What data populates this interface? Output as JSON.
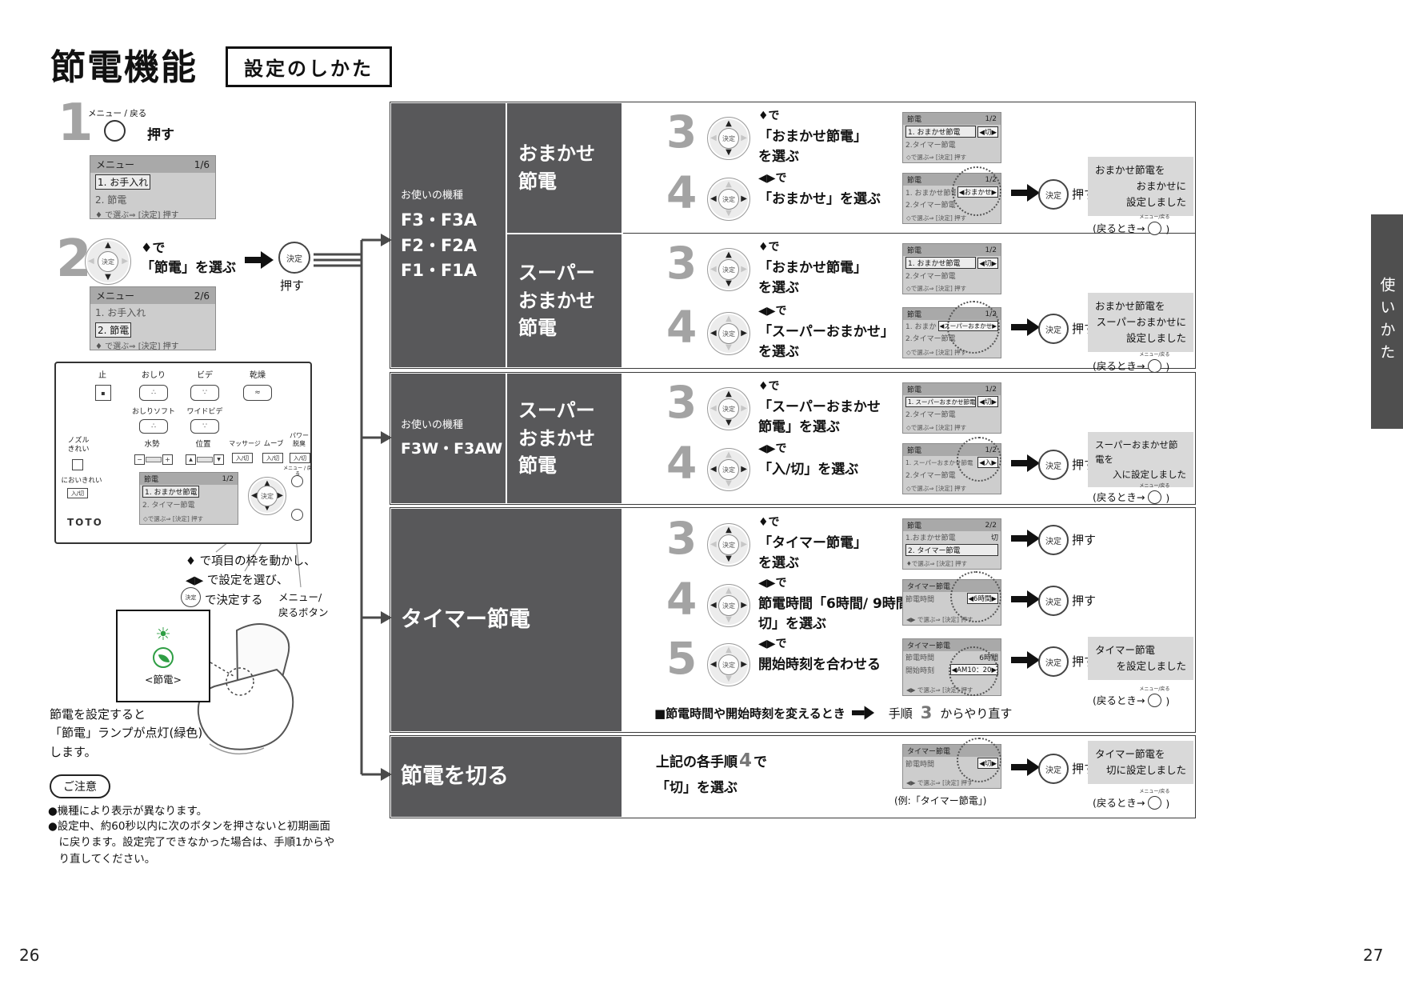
{
  "colors": {
    "header_bg": "#58585a",
    "lamp_green": "#2f9e44",
    "step_number_gray": "#a3a3a3"
  },
  "labels": {
    "ketei": "決定",
    "osu": "押す",
    "ret_pre": "(戻るとき→",
    "ret_post": ")",
    "menu_back_tiny": "メニュー/戻る"
  },
  "hdr": {
    "title": "節電機能",
    "subtitle": "設定のしかた",
    "side_tab": "使いかた",
    "page_left": "26",
    "page_right": "27"
  },
  "s1": {
    "num": "1",
    "btn_label": "メニュー / 戻る",
    "press": "押す",
    "scr": {
      "t": "メニュー",
      "p": "1/6",
      "i1": "1. お手入れ",
      "i2": "2. 節電",
      "f": "♦ で選ぶ⇒ [決定] 押す"
    }
  },
  "s2": {
    "num": "2",
    "l0": "♦で",
    "l1": "「節電」を選ぶ",
    "press": "押す",
    "scr": {
      "t": "メニュー",
      "p": "2/6",
      "i1": "1. お手入れ",
      "i2": "2. 節電",
      "f": "♦ で選ぶ⇒ [決定] 押す"
    }
  },
  "remote": {
    "brand": "TOTO",
    "stop": "止",
    "oshiri": "おしり",
    "bidet": "ビデ",
    "dry": "乾燥",
    "oshiri_soft": "おしりソフト",
    "wide_bidet": "ワイドビデ",
    "nozzle": "ノズル\nきれい",
    "suisei": "水勢",
    "ichi": "位置",
    "massage": "マッサージ",
    "move": "ムーブ",
    "power": "パワー\n脱臭",
    "onoff": "入/切",
    "nioi": "においきれい",
    "minus": "−",
    "plus": "+",
    "up": "▲",
    "down": "▼",
    "menu_back_tiny": "メニュー / 戻る",
    "scr": {
      "t": "節電",
      "p": "1/2",
      "i1": "1. おまかせ節電",
      "i2": "2. タイマー節電",
      "f": "◇で選ぶ⇒ [決定] 押す"
    }
  },
  "notes": {
    "n1": "♦ で項目の枠を動かし、",
    "n2": "◀▶ で設定を選び、",
    "n3": "で決定する",
    "mb": "メニュー/\n戻るボタン"
  },
  "lamp": {
    "cap": "<節電>",
    "txt": "節電を設定すると\n「節電」ランプが点灯(緑色)\nします。"
  },
  "caution": {
    "title": "ご注意",
    "c1": "●機種により表示が異なります。",
    "c2": "●設定中、約60秒以内に次のボタンを押さないと初期画面\n　に戻ります。設定完了できなかった場合は、手順1からや\n　り直してください。"
  },
  "g1": {
    "ml": "お使いの機種",
    "models": "F3・F3A\nF2・F2A\nF1・F1A",
    "a": {
      "h": "おまかせ\n節電",
      "s3": {
        "num": "3",
        "l0": "♦で",
        "l1": "「おまかせ節電」",
        "l2": "を選ぶ",
        "scr": {
          "t": "節電",
          "p": "1/2",
          "i1": "1. おまかせ節電",
          "v1": "◀切▶",
          "i2": "2.タイマー節電",
          "f": "◇で選ぶ⇒ [決定] 押す"
        }
      },
      "s4": {
        "num": "4",
        "l0": "◀▶で",
        "l1": "「おまかせ」を選ぶ",
        "scr": {
          "t": "節電",
          "p": "1/2",
          "i1": "1. おまかせ節電",
          "v1": "◀おまかせ▶",
          "i2": "2.タイマー節電",
          "f": "◇で選ぶ⇒ [決定] 押す"
        },
        "press": "押す",
        "r1": "おまかせ節電を",
        "r2": "おまかせに\n設定しました"
      }
    },
    "b": {
      "h": "スーパー\nおまかせ\n節電",
      "s3": {
        "num": "3",
        "l0": "♦で",
        "l1": "「おまかせ節電」",
        "l2": "を選ぶ",
        "scr": {
          "t": "節電",
          "p": "1/2",
          "i1": "1. おまかせ節電",
          "v1": "◀切▶",
          "i2": "2.タイマー節電",
          "f": "◇で選ぶ⇒ [決定] 押す"
        }
      },
      "s4": {
        "num": "4",
        "l0": "◀▶で",
        "l1": "「スーパーおまかせ」",
        "l2": "を選ぶ",
        "scr": {
          "t": "節電",
          "p": "1/2",
          "i1": "1. おまかせ節電",
          "v1": "◀スーパーおまかせ▶",
          "i2": "2.タイマー節電",
          "f": "◇で選ぶ⇒ [決定] 押す"
        },
        "press": "押す",
        "r1": "おまかせ節電を",
        "r2": "スーパーおまかせに\n設定しました"
      }
    }
  },
  "g2": {
    "ml": "お使いの機種",
    "models": "F3W・F3AW",
    "h": "スーパー\nおまかせ\n節電",
    "s3": {
      "num": "3",
      "l0": "♦で",
      "l1": "「スーパーおまかせ",
      "l2": "節電」を選ぶ",
      "scr": {
        "t": "節電",
        "p": "1/2",
        "i1": "1. スーパーおまかせ節電",
        "v1": "◀切▶",
        "i2": "2.タイマー節電",
        "f": "◇で選ぶ⇒ [決定] 押す"
      }
    },
    "s4": {
      "num": "4",
      "l0": "◀▶で",
      "l1": "「入/切」を選ぶ",
      "scr": {
        "t": "節電",
        "p": "1/2",
        "i1": "1. スーパーおまかせ節電",
        "v1": "◀入▶",
        "i2": "2.タイマー節電",
        "f": "◇で選ぶ⇒ [決定] 押す"
      },
      "press": "押す",
      "r1": "スーパーおまかせ節電を",
      "r2": "入に設定しました"
    }
  },
  "g3": {
    "h": "タイマー節電",
    "s3": {
      "num": "3",
      "l0": "♦で",
      "l1": "「タイマー節電」",
      "l2": "を選ぶ",
      "scr": {
        "t": "節電",
        "p": "2/2",
        "i1": "1.おまかせ節電",
        "v1": "切",
        "i2": "2. タイマー節電",
        "f": "♦で選ぶ⇒ [決定] 押す"
      },
      "press": "押す"
    },
    "s4": {
      "num": "4",
      "l0": "◀▶で",
      "l1": "節電時間「6時間/ 9時間/",
      "l2": "切」を選ぶ",
      "scr": {
        "t": "タイマー節電",
        "i1": "節電時間",
        "v1": "◀6時間▶",
        "f": "◀▶ で選ぶ⇒ [決定] 押す"
      },
      "press": "押す"
    },
    "s5": {
      "num": "5",
      "l0": "◀▶で",
      "l1": "開始時刻を合わせる",
      "scr": {
        "t": "タイマー節電",
        "i1": "節電時間",
        "v1": "6時間",
        "i2": "開始時刻",
        "v2": "◀AM10：20▶",
        "f": "◀▶ で選ぶ⇒ [決定] 押す"
      },
      "press": "押す",
      "r1": "タイマー節電",
      "r2": "を設定しました"
    },
    "note_pre": "■節電時間や開始時刻を変えるとき",
    "note_a": "手順",
    "note_n": "3",
    "note_b": "からやり直す"
  },
  "g4": {
    "h": "節電を切る",
    "t1a": "上記の各手順",
    "t1n": "4",
    "t1b": "で",
    "t2": "「切」を選ぶ",
    "scr": {
      "t": "タイマー節電",
      "i1": "節電時間",
      "v1": "◀切▶",
      "f": "◀▶ で選ぶ⇒ [決定] 押す"
    },
    "ex": "(例:「タイマー節電」)",
    "press": "押す",
    "r1": "タイマー節電を",
    "r2": "切に設定しました"
  }
}
